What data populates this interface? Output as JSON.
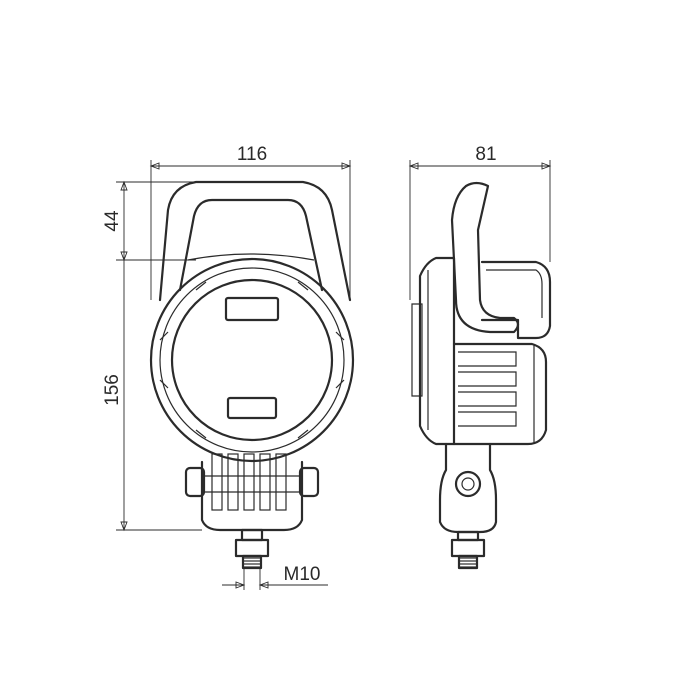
{
  "dimensions": {
    "front_width": "116",
    "side_depth": "81",
    "handle_height": "44",
    "total_height": "156",
    "thread": "M10"
  }
}
